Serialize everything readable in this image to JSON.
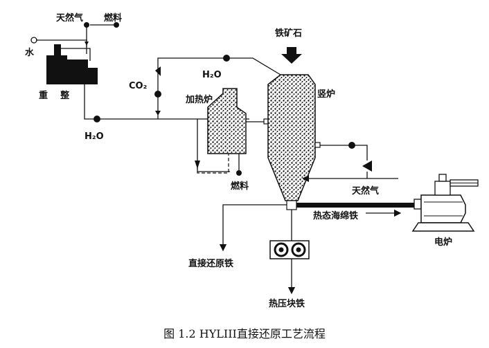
{
  "labels": {
    "water": "水",
    "natural_gas_top": "天然气",
    "fuel_top": "燃料",
    "reformer": "重    整",
    "h2o_bottom": "H₂O",
    "co2": "CO₂",
    "h2o_heater": "H₂O",
    "heater": "加热炉",
    "fuel_heater": "燃料",
    "iron_ore": "铁矿石",
    "shaft_furnace": "竖炉",
    "natural_gas_right": "天然气",
    "hot_sponge_iron": "热态海绵铁",
    "electric_furnace": "电炉",
    "dri": "直接还原铁",
    "hbi": "热压块铁"
  },
  "caption": "图 1.2 HYLIII直接还原工艺流程"
}
